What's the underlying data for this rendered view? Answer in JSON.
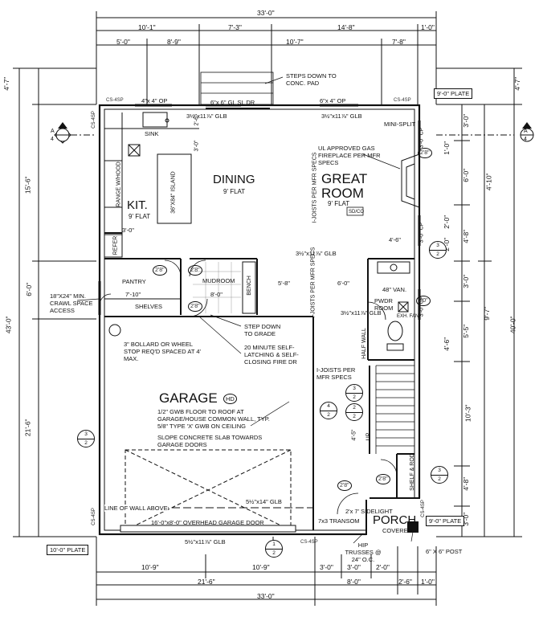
{
  "dims_top": {
    "overall": "33'-0\"",
    "row1": [
      "10'-1\"",
      "7'-3\"",
      "14'-8\"",
      "1'-0\""
    ],
    "row2": [
      "5'-0\"",
      "8'-9\"",
      "10'-7\"",
      "7'-8\""
    ]
  },
  "dims_bottom": {
    "overall": "33'-0\"",
    "row1": [
      "21'-6\"",
      "8'-0\"",
      "2'-6\"",
      "1'-0\""
    ],
    "row2": [
      "10'-9\"",
      "10'-9\"",
      "3'-0\"",
      "3'-0\"",
      "2'-0\""
    ]
  },
  "dims_left": {
    "overall": "43'-0\"",
    "segments": [
      "4'-7\"",
      "15'-6\"",
      "6'-0\"",
      "21'-6\""
    ]
  },
  "dims_right": {
    "overall": "40'-0\"",
    "inner": [
      "3'-0\"",
      "6'-0\"",
      "4'-8\"",
      "3'-0\"",
      "5'-5\"",
      "10'-3\"",
      "4'-8\"",
      "3'-0\""
    ],
    "mid": [
      "4'-10\"",
      "9'-7\""
    ],
    "small": [
      "1'-0\"",
      "2'-0\"",
      "2'-0\"",
      "4'-6\""
    ],
    "outer": [
      "4'-7\""
    ],
    "window_right": [
      "3'-0\" CP",
      "3'-0\" CP",
      "3'-0\" CP"
    ]
  },
  "plates": {
    "top_right": "9'-0\" PLATE",
    "mid_right": "9'-0\" PLATE",
    "bottom_left": "10'-0\" PLATE"
  },
  "rooms": {
    "dining": {
      "name": "DINING",
      "ceiling": "9' FLAT"
    },
    "great_room": {
      "name1": "GREAT",
      "name2": "ROOM",
      "ceiling": "9' FLAT"
    },
    "kitchen": {
      "name": "KIT.",
      "ceiling": "9' FLAT",
      "island": "36\"X84\" ISLAND",
      "range": "RANGE W/HOOD",
      "sink": "SINK",
      "refer": "REFER"
    },
    "pantry": {
      "name": "PANTRY",
      "dim": "7'-10\"",
      "shelves": "SHELVES"
    },
    "mudroom": {
      "name": "MUDROOM",
      "dim": "8'-0\"",
      "bench": "BENCH"
    },
    "powder": {
      "name1": "PWDR",
      "name2": "ROOM",
      "vanity": "48\" VAN.",
      "fan": "EXH. FAN"
    },
    "garage": {
      "name": "GARAGE",
      "badge": "HD"
    },
    "porch": {
      "name": "PORCH",
      "sub": "COVERED"
    }
  },
  "notes": {
    "steps_conc": "STEPS DOWN TO CONC. PAD",
    "slider": "6\"x 6\" GL SL DR",
    "window_top_left": "4\"x 4\" OP",
    "window_top_right": "6\"x 4\" OP",
    "glb_top_left": "3½\"x11⅞\" GLB",
    "glb_top_right": "3½\"x11⅞\" GLB",
    "mini_split": "MINI-SPLIT",
    "fireplace": "UL APPROVED GAS FIREPLACE PER MFR SPECS",
    "sd_co": "SD/CO",
    "joists_1": "I-JOISTS PER MFR SPECS",
    "joists_2": "I-JOISTS PER MFR SPECS",
    "joists_3": "I-JOISTS PER MFR SPECS",
    "glb_mid": "3½\"x11⅞\" GLB",
    "glb_pwdr": "3½\"x11⅞\" GLB",
    "crawl": "18\"X24\" MIN. CRAWL SPACE ACCESS",
    "bollard": "3\" BOLLARD OR WHEEL STOP REQ'D SPACED AT 4' MAX.",
    "step_grade": "STEP DOWN TO GRADE",
    "fire_door": "20 MINUTE SELF-LATCHING & SELF-CLOSING FIRE DR",
    "gwb": "1/2\" GWB FLOOR TO ROOF AT GARAGE/HOUSE COMMON WALL, TYP. 5/8\" TYPE 'X' GWB ON CEILING",
    "slope": "SLOPE CONCRETE SLAB TOWARDS GARAGE DOORS",
    "glb_garage": "5½\"x14\" GLB",
    "line_wall": "LINE OF WALL ABOVE",
    "overhead_door": "16'-0\"x8'-0\" OVERHEAD GARAGE DOOR",
    "glb_garage_bot": "5½\"x11⅞\" GLB",
    "sidelight": "2'x 7' SIDELIGHT",
    "transom": "7x3 TRANSOM",
    "hip_trusses": "HIP TRUSSES @ 24\" O.C.",
    "post": "6\" X 6\" POST",
    "half_wall": "HALF WALL",
    "up": "UP",
    "shelf_rod": "SHELF & ROD",
    "pwdr_dim": "6'-0\"",
    "mud_dim": "5'-8\"",
    "porch_dim": "4'-6\"",
    "kit_dim": "3'-0\"",
    "kit_dim2": "3'-0\"",
    "kit_dim3": "2'-6\"",
    "entry_dim": "4'-5\""
  },
  "door_tags": [
    "2'8\"",
    "2'8\"",
    "2'8\"",
    "2'8\"",
    "2'8\"",
    "3'0\"",
    "2'8\""
  ],
  "section_marks": [
    {
      "top": "A",
      "bottom": "4"
    },
    {
      "top": "A",
      "bottom": "4"
    },
    {
      "top": "3",
      "bottom": "2"
    },
    {
      "top": "3",
      "bottom": "2"
    },
    {
      "top": "4",
      "bottom": "2"
    },
    {
      "top": "3",
      "bottom": "2"
    },
    {
      "top": "2",
      "bottom": "2"
    },
    {
      "top": "3",
      "bottom": "2"
    },
    {
      "top": "1",
      "bottom": "2"
    }
  ],
  "corner_labels": [
    "CS-4SP",
    "CS-4SP",
    "CS-4SP",
    "CS-4SP",
    "CS-4SP",
    "CS-4SP"
  ]
}
